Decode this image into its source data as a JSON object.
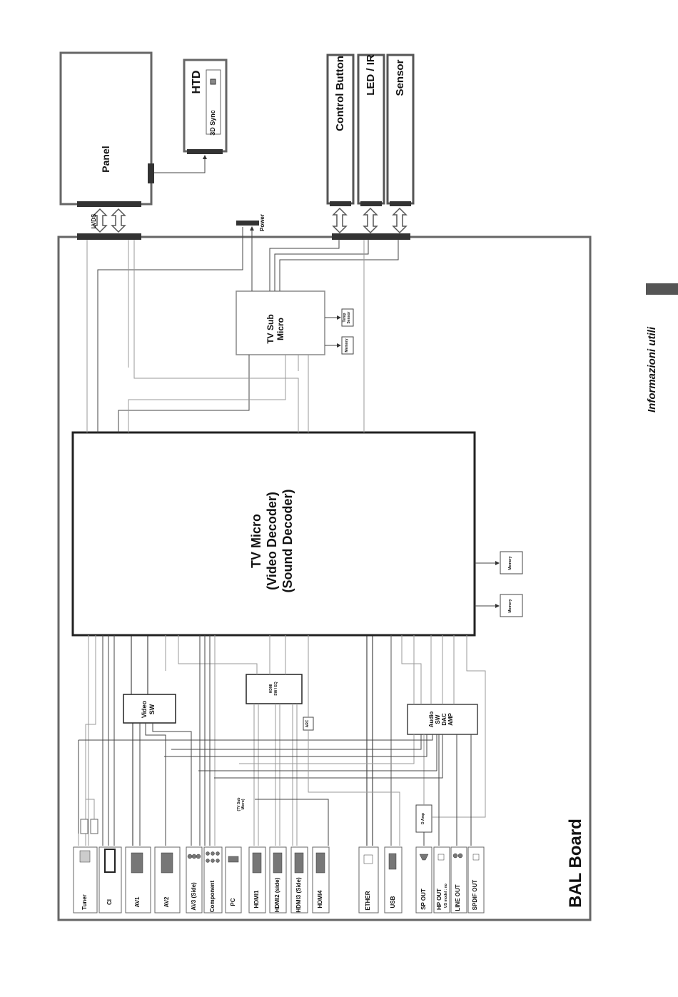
{
  "sidebar": {
    "section_title": "Informazioni utili"
  },
  "diagram": {
    "board_title": "BAL Board",
    "panel": "Panel",
    "htd": "HTD",
    "sync3d": "3D Sync",
    "control_button": "Control Button",
    "led_ir": "LED / IR",
    "sensor": "Sensor",
    "lvds": "LVDS",
    "power": "Power",
    "tv_sub_micro": [
      "TV Sub",
      "Micro"
    ],
    "temp_sensor": [
      "Temp",
      "Sensor"
    ],
    "memory": "Memory",
    "tv_micro": [
      "TV Micro",
      "(Video Decoder)",
      "(Sound Decoder)"
    ],
    "video_sw": [
      "Video",
      "SW"
    ],
    "hdmi_sw": [
      "HDMI",
      "SW / EQ"
    ],
    "arc": "ARC",
    "audio_block": [
      "Audio",
      "SW",
      "DAC",
      "AMP"
    ],
    "damp": "D Amp",
    "tv_sub_micro_small": [
      "(TV Sub",
      "Micro)"
    ],
    "inputs": [
      "Tuner",
      "CI",
      "AV1",
      "AV2",
      "AV3 (Side)",
      "Component",
      "PC",
      "HDMI1",
      "HDMI2 (side)",
      "HDMI3 (Side)",
      "HDMI4",
      "ETHER",
      "USB"
    ],
    "outputs": [
      "SP OUT",
      "HP OUT",
      "LINE OUT",
      "SPDIF OUT"
    ],
    "hp_note": "US model : no"
  }
}
